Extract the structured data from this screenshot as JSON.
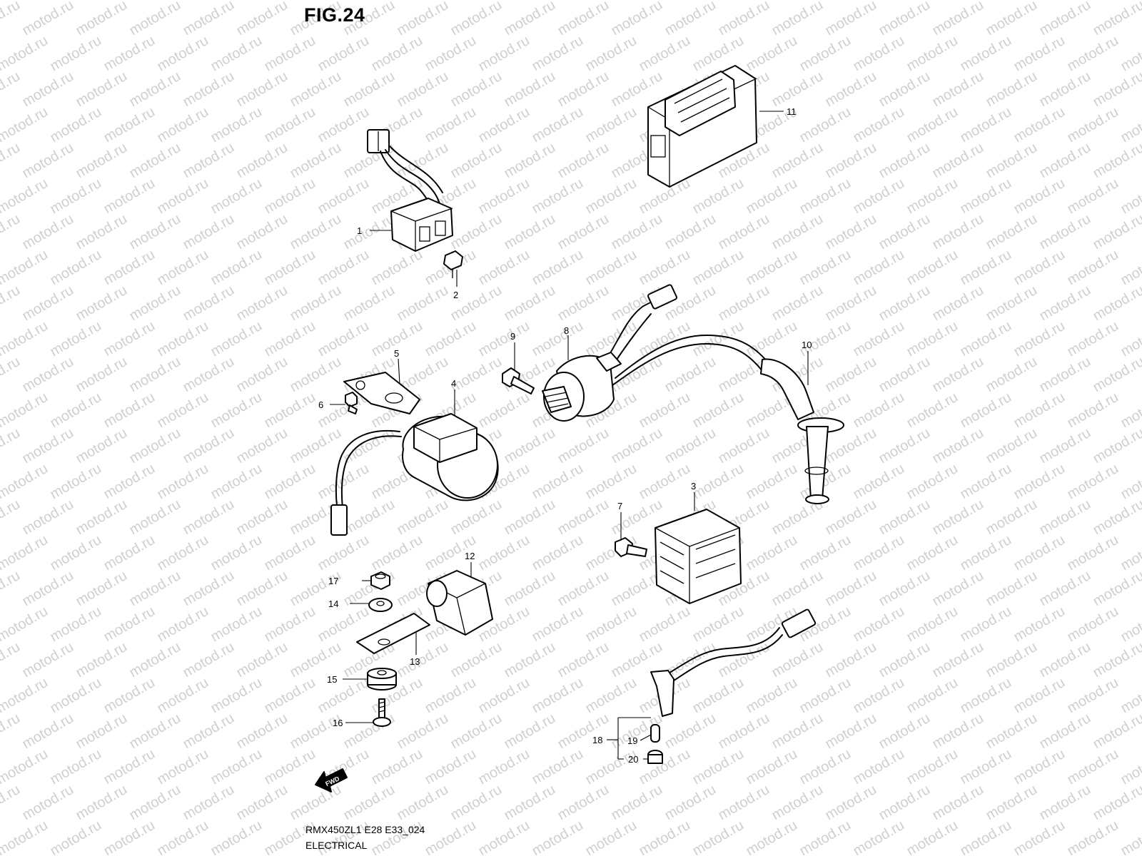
{
  "figure": {
    "title": "FIG.24",
    "model_code": "RMX450ZL1 E28 E33_024",
    "section_name": "ELECTRICAL",
    "watermark": "motod.ru",
    "fwd_label": "FWD"
  },
  "callouts": [
    {
      "id": "1",
      "label": "1"
    },
    {
      "id": "2",
      "label": "2"
    },
    {
      "id": "3",
      "label": "3"
    },
    {
      "id": "4",
      "label": "4"
    },
    {
      "id": "5",
      "label": "5"
    },
    {
      "id": "6",
      "label": "6"
    },
    {
      "id": "7",
      "label": "7"
    },
    {
      "id": "8",
      "label": "8"
    },
    {
      "id": "9",
      "label": "9"
    },
    {
      "id": "10",
      "label": "10"
    },
    {
      "id": "11",
      "label": "11"
    },
    {
      "id": "12",
      "label": "12"
    },
    {
      "id": "13",
      "label": "13"
    },
    {
      "id": "14",
      "label": "14"
    },
    {
      "id": "15",
      "label": "15"
    },
    {
      "id": "16",
      "label": "16"
    },
    {
      "id": "17",
      "label": "17"
    },
    {
      "id": "18",
      "label": "18"
    },
    {
      "id": "19",
      "label": "19"
    },
    {
      "id": "20",
      "label": "20"
    }
  ]
}
